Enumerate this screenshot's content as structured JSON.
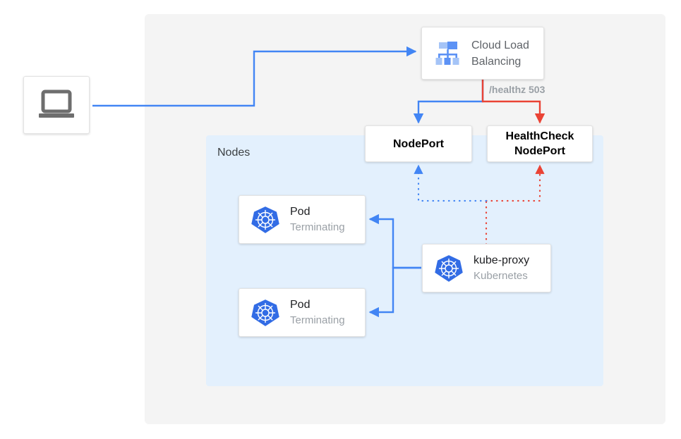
{
  "diagram": {
    "title": "Kubernetes NodePort health check failover diagram",
    "colors": {
      "blue": "#4285f4",
      "red": "#ea4335",
      "panel_gray": "#f4f4f4",
      "nodes_blue": "#e3f0fd",
      "k8s_blue": "#326ce5",
      "laptop_gray": "#6e6e6e",
      "text_gray": "#9aa0a6"
    },
    "regions": [
      {
        "name": "outer-panel",
        "label": ""
      },
      {
        "name": "nodes-region",
        "label": "Nodes"
      }
    ],
    "client": {
      "icon": "laptop-icon",
      "label": ""
    },
    "load_balancer": {
      "icon": "cloud-load-balancing-icon",
      "title_line1": "Cloud Load",
      "title_line2": "Balancing"
    },
    "edge_labels": {
      "healthz": "/healthz 503"
    },
    "nodeport": {
      "label": "NodePort"
    },
    "healthcheck_nodeport": {
      "line1": "HealthCheck",
      "line2": "NodePort"
    },
    "pods": [
      {
        "icon": "kubernetes-icon",
        "title": "Pod",
        "subtitle": "Terminating"
      },
      {
        "icon": "kubernetes-icon",
        "title": "Pod",
        "subtitle": "Terminating"
      }
    ],
    "kube_proxy": {
      "icon": "kubernetes-icon",
      "title": "kube-proxy",
      "subtitle": "Kubernetes"
    }
  }
}
